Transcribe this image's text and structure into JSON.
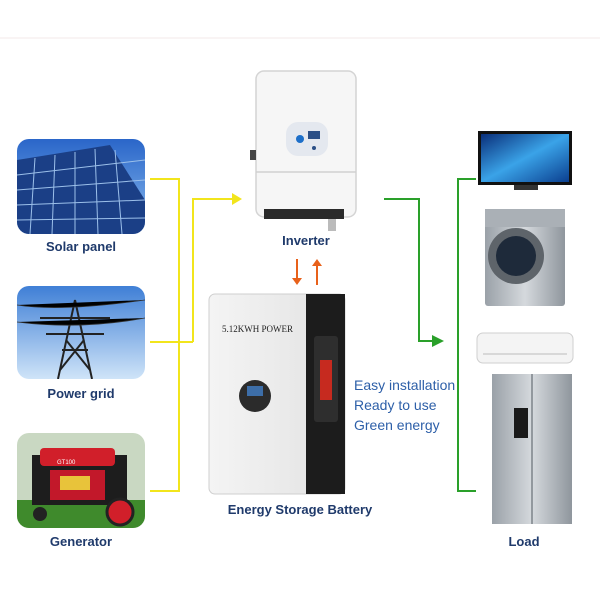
{
  "sources": [
    {
      "label": "Solar panel",
      "icon": "solar-panel-image"
    },
    {
      "label": "Power grid",
      "icon": "power-grid-image"
    },
    {
      "label": "Generator",
      "icon": "generator-image"
    }
  ],
  "inverter": {
    "label": "Inverter"
  },
  "battery": {
    "label": "Energy Storage Battery",
    "brand_text": "5.12KWH POWER"
  },
  "generator_badge": "GT100",
  "features": [
    "Easy installation",
    "Ready to use",
    "Green energy"
  ],
  "load": {
    "label": "Load",
    "items": [
      "tv-image",
      "washing-machine-image",
      "air-conditioner-image",
      "refrigerator-image"
    ]
  },
  "colors": {
    "input_line": "#f2e51c",
    "output_line": "#2aa02a",
    "arrow": "#e8611a",
    "label": "#1f3a6b",
    "feature_text": "#2d5fa8"
  }
}
